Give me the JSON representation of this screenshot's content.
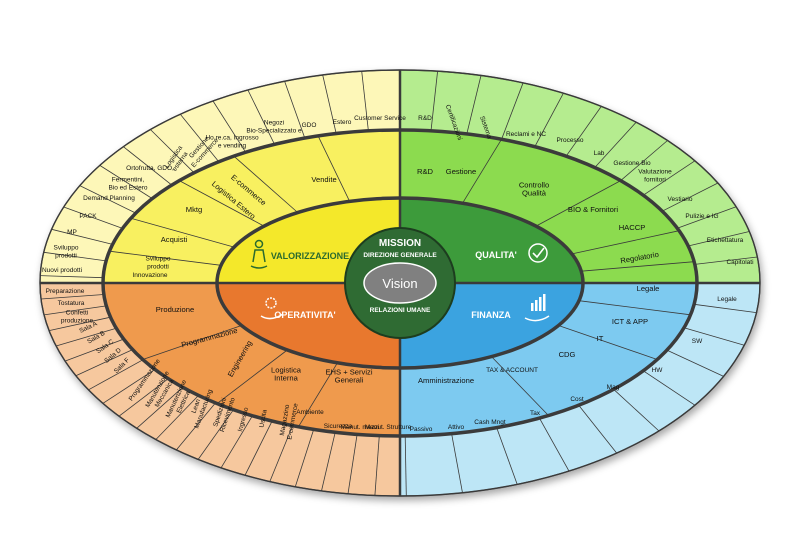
{
  "colors": {
    "yellow_outer": "#fdf7b8",
    "yellow_mid": "#f8f061",
    "yellow_inner": "#f4e82c",
    "green_outer": "#b5ec8f",
    "green_mid": "#8cdb4f",
    "green_inner": "#3d9b3a",
    "blue_outer": "#bde6f6",
    "blue_mid": "#7dcaf0",
    "blue_inner": "#3ba3e0",
    "orange_outer": "#f6c89e",
    "orange_mid": "#ef9a4e",
    "orange_inner": "#e8782f",
    "core": "#2f6b33",
    "vision": "#808080",
    "stroke": "#3a3a3a"
  },
  "core": {
    "mission": "MISSION",
    "direzione": "DIREZIONE GENERALE",
    "vision": "Vision",
    "relazioni": "RELAZIONI UMANE"
  },
  "quadrants": {
    "valorizzazione": "VALORIZZAZIONE",
    "qualita": "QUALITA'",
    "operativita": "OPERATIVITA'",
    "finanza": "FINANZA"
  },
  "labels": {
    "y_o_1": "Nuovi prodotti",
    "y_o_2": "Sviluppo prodotti",
    "y_o_3": "MP",
    "y_o_4": "PACK",
    "y_o_5": "Demand Planning",
    "y_o_6": "Fermentini, Bio ed Estero",
    "y_o_7": "Ortofrutta, GDO,",
    "y_o_8": "Logistica esterna",
    "y_o_9": "Gestione E-commerce",
    "y_o_10": "Ho.re.ca, Ingrosso e vending",
    "y_o_11": "Negozi Bio-Specializzato e",
    "y_o_12": "GDO",
    "y_o_13": "Estero",
    "y_o_14": "Customer Service",
    "y_m_1": "Innovazione",
    "y_m_2": "Sviluppo prodotti",
    "y_m_3": "Acquisti",
    "y_m_4": "Mktg",
    "y_m_5": "Logistica Estero",
    "y_m_6": "E-commerce",
    "y_m_7": "Vendite",
    "g_o_1": "R&D",
    "g_o_2": "Certificazioni",
    "g_o_3": "Sistema",
    "g_o_4": "Reclami e NC",
    "g_o_5": "Processo",
    "g_o_6": "Lab",
    "g_o_7": "Gestione Bio",
    "g_o_8": "Valutazione fornitori",
    "g_o_9": "Vestiario",
    "g_o_10": "Pulizie e IG",
    "g_o_11": "Etichettatura",
    "g_o_12": "Capitolati",
    "g_m_1": "R&D",
    "g_m_2": "Gestione",
    "g_m_3": "Controllo Qualità",
    "g_m_4": "BIO & Fornitori",
    "g_m_5": "HACCP",
    "g_m_6": "Regolatorio",
    "b_o_1": "Legale",
    "b_o_2": "SW",
    "b_o_3": "HW",
    "b_o_4": "Mag",
    "b_o_5": "Cost",
    "b_o_6": "Tax",
    "b_o_7": "Cash Mngt",
    "b_o_8": "Attivo",
    "b_o_9": "Passivo",
    "b_m_1": "Legale",
    "b_m_2": "ICT & APP",
    "b_m_3": "IT",
    "b_m_4": "CDG",
    "b_m_5": "TAX & ACCOUNT",
    "b_m_6": "Amministrazione",
    "o_o_1": "Preparazione",
    "o_o_2": "Tostatura",
    "o_o_3": "Confetti produzione",
    "o_o_4": "Sala A",
    "o_o_5": "Sala B",
    "o_o_6": "Sala C",
    "o_o_7": "Sala D",
    "o_o_8": "Sala F",
    "o_o_9": "Programmazione",
    "o_o_10": "Manutenzione Meccanica",
    "o_o_11": "Manutenzione Elettrica",
    "o_o_12": "Lean Manufacturing",
    "o_o_13": "Spedizioni Ricevimento",
    "o_o_14": "Ingresso",
    "o_o_15": "Uscita",
    "o_o_16": "Magazzino E-commerce",
    "o_o_17": "Ambiente",
    "o_o_18": "Sicurezza",
    "o_o_19": "Manut. mezzi",
    "o_o_20": "Manut. Strutture",
    "o_m_1": "Produzione",
    "o_m_2": "Programmazione",
    "o_m_3": "Engineering",
    "o_m_4": "Logistica Interna",
    "o_m_5": "EHS + Servizi Generali"
  }
}
